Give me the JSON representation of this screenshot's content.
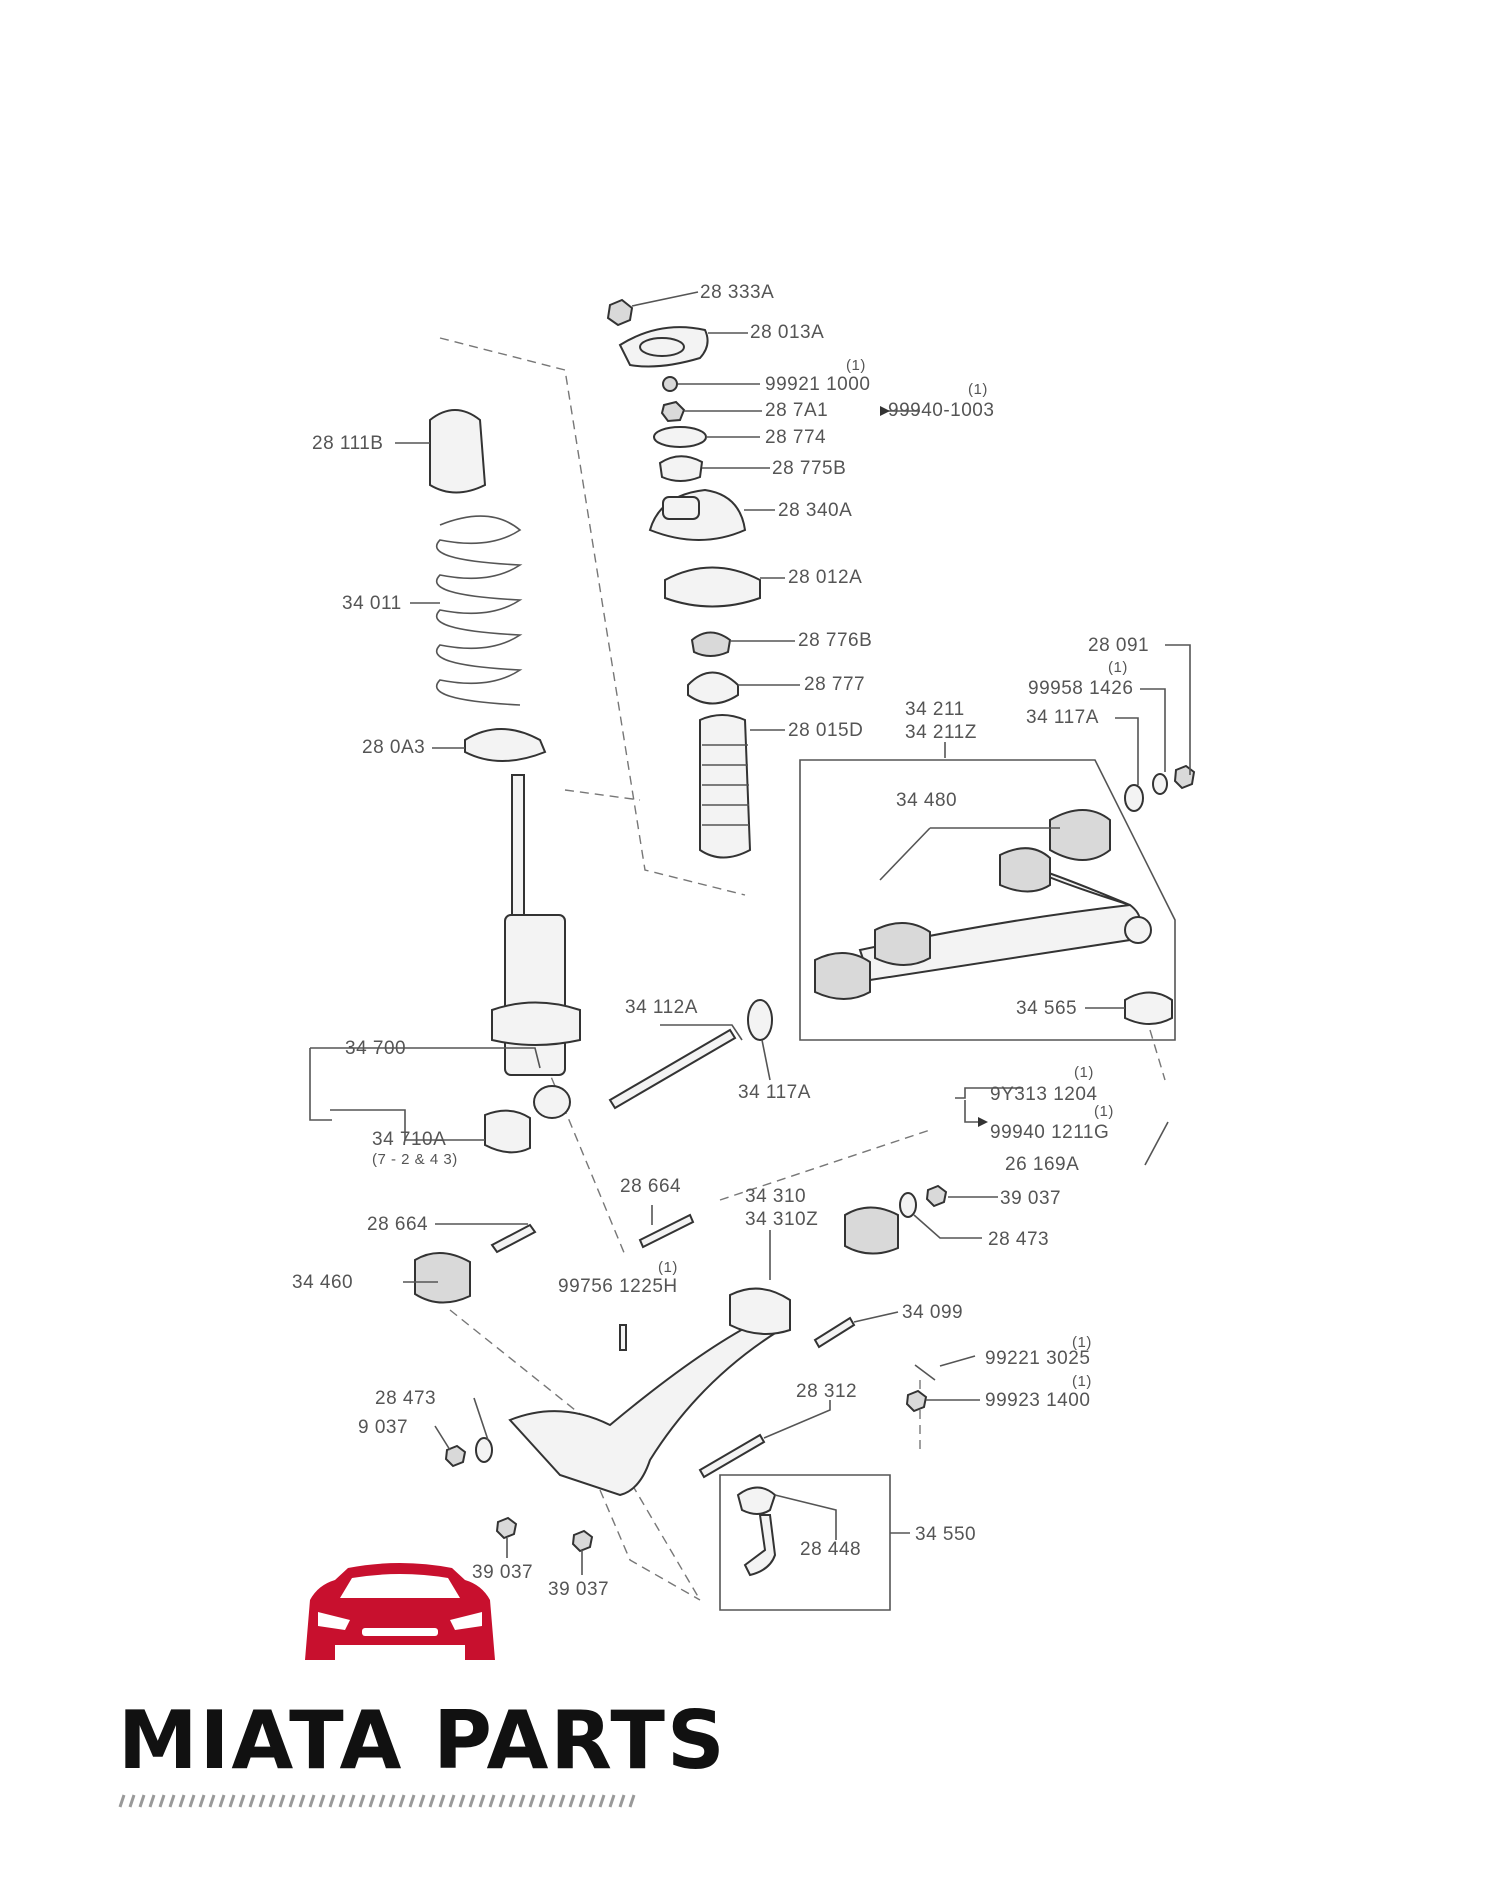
{
  "labels": {
    "l28_333A": "28 333A",
    "l28_013A": "28 013A",
    "l99921_1000": "99921 1000",
    "l28_7A1": "28 7A1",
    "l99940_1003": "99940-1003",
    "l28_774": "28 774",
    "l28_775B": "28 775B",
    "l28_340A": "28 340A",
    "l28_012A": "28 012A",
    "l28_776B": "28 776B",
    "l28_777": "28 777",
    "l28_015D": "28 015D",
    "l28_111B": "28 111B",
    "l34_011": "34 011",
    "l28_0A3": "28 0A3",
    "l28_091": "28 091",
    "l99958_1426": "99958 1426",
    "l34_117A_top": "34 117A",
    "l34_211": "34 211",
    "l34_211Z": "34 211Z",
    "l34_480": "34 480",
    "l34_565": "34 565",
    "l34_112A": "34 112A",
    "l34_117A": "34 117A",
    "l34_700": "34 700",
    "l34_710A": "34 710A",
    "l34_710A_note": "(7 - 2 & 4 3)",
    "l9Y313_1204": "9Y313 1204",
    "l99940_1211G": "99940 1211G",
    "l26_169A": "26 169A",
    "l28_664_mid": "28 664",
    "l34_310": "34 310",
    "l34_310Z": "34 310Z",
    "l39_037_a": "39 037",
    "l28_473_r": "28 473",
    "l28_664_left": "28 664",
    "l34_460": "34 460",
    "l99756_1225H": "99756 1225H",
    "l34_099": "34 099",
    "l99221_3025": "99221 3025",
    "l99923_1400": "99923 1400",
    "l28_473_l": "28 473",
    "l9_037": "9 037",
    "l28_312": "28 312",
    "l28_448": "28 448",
    "l34_550": "34 550",
    "l39_037_b": "39 037",
    "l39_037_c": "39 037",
    "one": "(1)"
  },
  "logo": {
    "text": "MIATA PARTS",
    "brand_color": "#c8102e"
  }
}
